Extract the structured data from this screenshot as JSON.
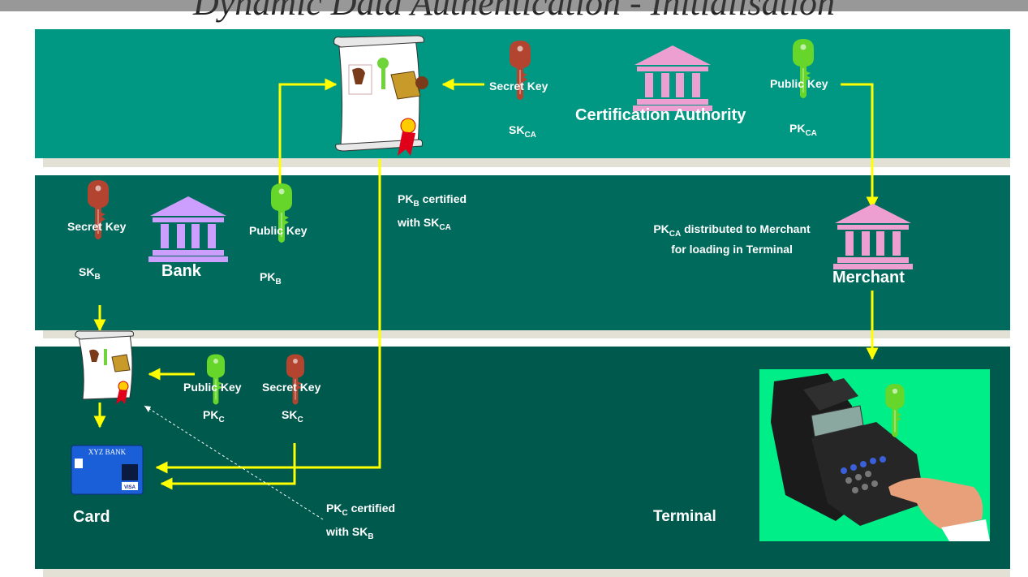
{
  "title": "Dynamic Data Authentication - Initialisation",
  "ca": {
    "secret_key_label": "Secret Key",
    "sk_name": "SK",
    "sk_sub": "CA",
    "org_label": "Certification Authority",
    "public_key_label": "Public Key",
    "pk_name": "PK",
    "pk_sub": "CA"
  },
  "bank": {
    "secret_key_label": "Secret Key",
    "sk_name": "SK",
    "sk_sub": "B",
    "org_label": "Bank",
    "public_key_label": "Public Key",
    "pk_name": "PK",
    "pk_sub": "B",
    "certified_pk": "PK",
    "certified_pk_sub": "B",
    "certified_text": " certified",
    "certified_with": "with SK",
    "certified_with_sub": "CA"
  },
  "merchant": {
    "dist_pk": "PK",
    "dist_pk_sub": "CA",
    "dist_line1": " distributed to Merchant",
    "dist_line2": "for loading in Terminal",
    "org_label": "Merchant"
  },
  "card": {
    "public_key_label": "Public Key",
    "pk_name": "PK",
    "pk_sub": "C",
    "secret_key_label": "Secret Key",
    "sk_name": "SK",
    "sk_sub": "C",
    "certified_pk": "PK",
    "certified_pk_sub": "C",
    "certified_text": " certified",
    "certified_with": "with SK",
    "certified_with_sub": "B",
    "label": "Card",
    "bank_card_name": "XYZ BANK",
    "bank_card_type": "VISA"
  },
  "terminal": {
    "label": "Terminal"
  },
  "colors": {
    "band_ca": "#009882",
    "band_bank": "#006a5c",
    "band_card": "#00594d",
    "arrow": "#ffff00",
    "secret_key": "#b3442f",
    "public_key": "#66d62a",
    "ca_building": "#ee9fd2",
    "bank_building": "#cc9fff",
    "merchant_building": "#ee9fd2",
    "terminal_bg": "#00ee88"
  }
}
